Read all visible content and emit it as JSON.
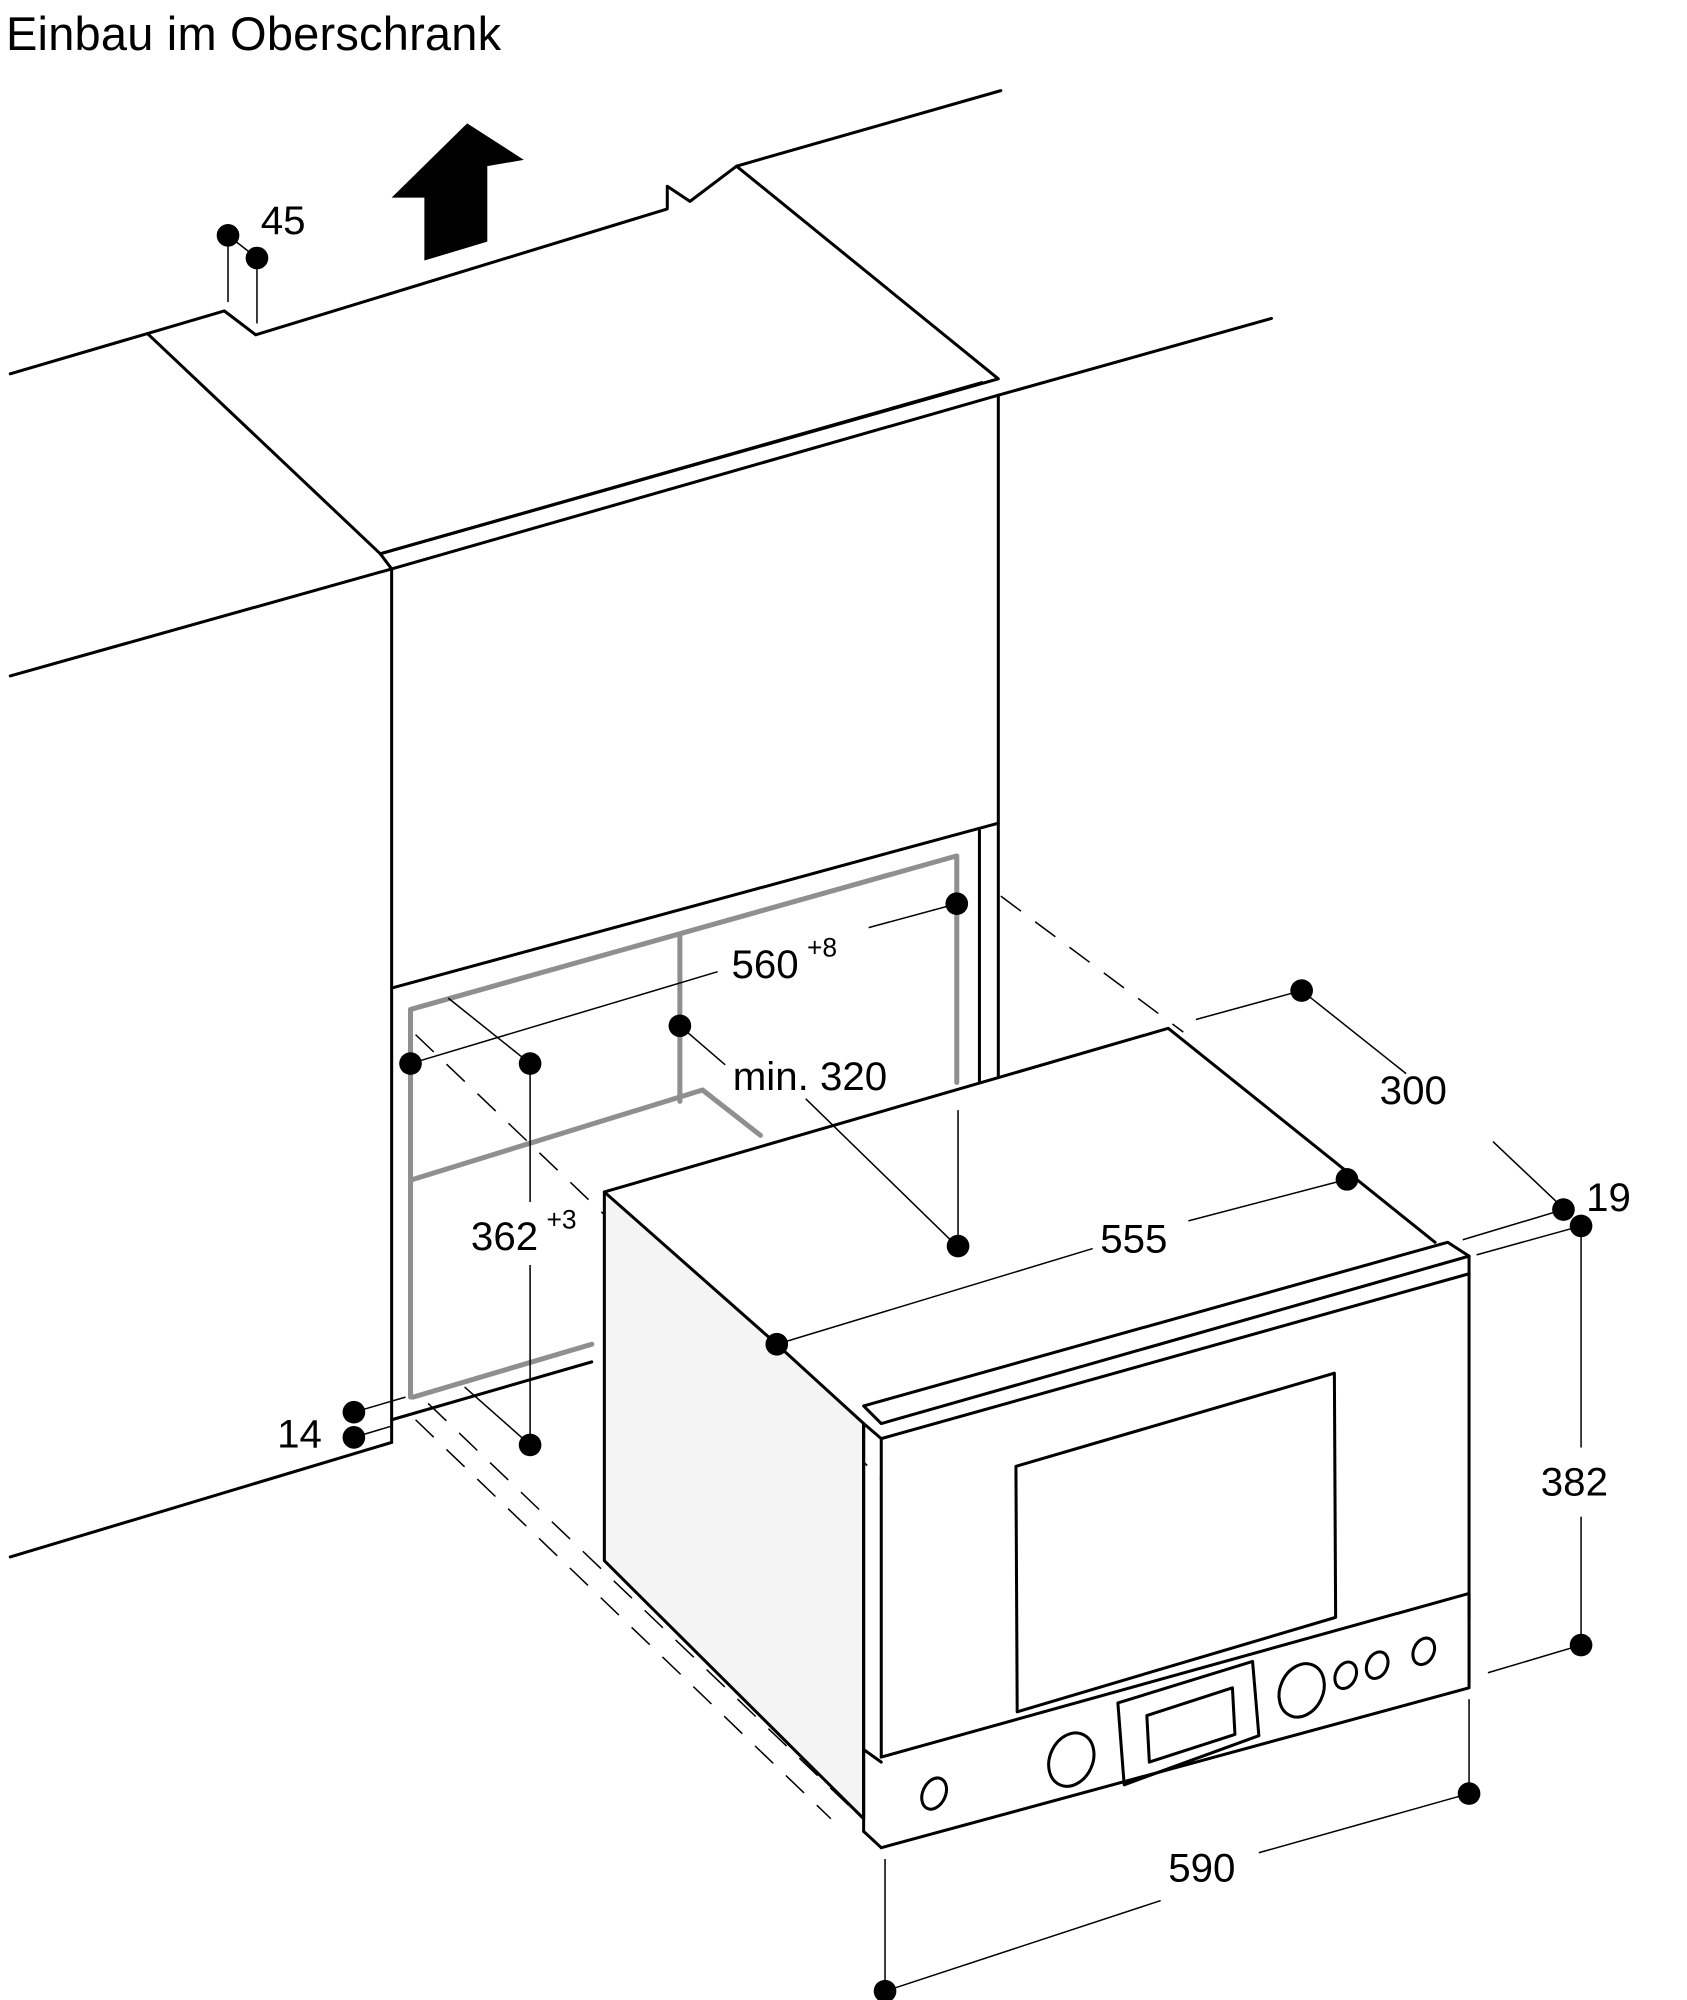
{
  "title": "Einbau im Oberschrank",
  "arrow": {
    "icon": "airflow-up-arrow-icon",
    "direction": "up"
  },
  "dimensions": {
    "gap_top": {
      "value": "45"
    },
    "niche_width": {
      "value": "560",
      "tolerance": "+8"
    },
    "min_depth": {
      "value": "min. 320"
    },
    "niche_height": {
      "value": "362",
      "tolerance": "+3"
    },
    "bottom_offset": {
      "value": "14"
    },
    "device_depth": {
      "value": "300"
    },
    "body_width": {
      "value": "555"
    },
    "front_thickness": {
      "value": "19"
    },
    "front_height": {
      "value": "382"
    },
    "front_width": {
      "value": "590"
    }
  },
  "colors": {
    "line": "#000000",
    "frame": "#8f8f8f",
    "side_fill": "#f4f4f4"
  }
}
